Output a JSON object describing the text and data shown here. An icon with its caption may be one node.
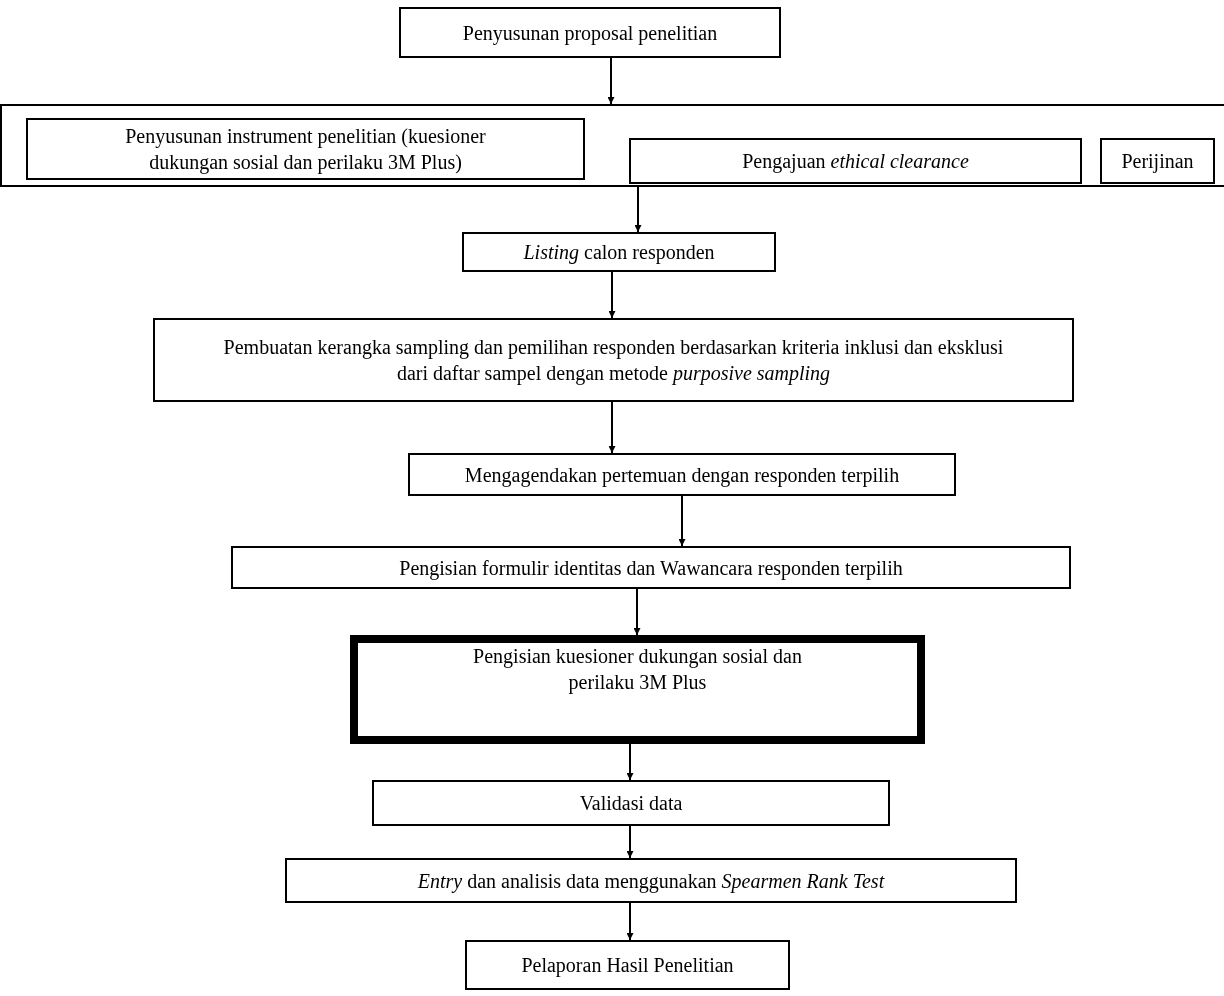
{
  "diagram": {
    "nodes": [
      {
        "text": [
          "Penyusunan proposal penelitian"
        ]
      },
      {
        "text": [],
        "shape": "box"
      },
      {
        "text": [
          "Penyusunan instrument penelitian (kuesioner dukungan sosial dan perilaku 3M Plus)"
        ],
        "in": 1
      },
      {
        "text": [
          "Pengajuan *ethical clearance*"
        ],
        "in": 1
      },
      {
        "text": [
          "Perijinan"
        ],
        "in": 1
      },
      {
        "text": [
          "*Listing* calon responden"
        ]
      },
      {
        "text": [
          "Pembuatan kerangka sampling dan pemilihan responden berdasarkan kriteria inklusi dan eksklusi dari daftar sampel dengan metode *purposive sampling*"
        ]
      },
      {
        "text": [
          "Mengagendakan pertemuan dengan responden terpilih"
        ]
      },
      {
        "text": [
          "Pengisian formulir identitas dan Wawancara responden terpilih"
        ]
      },
      {
        "text": [
          "Pengisian kuesioner dukungan sosial dan perilaku 3M Plus"
        ]
      },
      {
        "text": [
          "Validasi data"
        ]
      },
      {
        "text": [
          "*Entry* dan analisis data menggunakan *Spearmen Rank Test*"
        ]
      },
      {
        "text": [
          "Pelaporan Hasil Penelitian"
        ]
      }
    ],
    "edges": [
      {
        "from": 0,
        "to": 1,
        "arrow": "to"
      },
      {
        "from": 1,
        "to": 5,
        "arrow": "to"
      },
      {
        "from": 5,
        "to": 6,
        "arrow": "to"
      },
      {
        "from": 6,
        "to": 7,
        "arrow": "to"
      },
      {
        "from": 7,
        "to": 8,
        "arrow": "to"
      },
      {
        "from": 8,
        "to": 9,
        "arrow": "to"
      },
      {
        "from": 9,
        "to": 10,
        "arrow": "to"
      },
      {
        "from": 10,
        "to": 11,
        "arrow": "to"
      },
      {
        "from": 11,
        "to": 12,
        "arrow": "to"
      }
    ]
  }
}
